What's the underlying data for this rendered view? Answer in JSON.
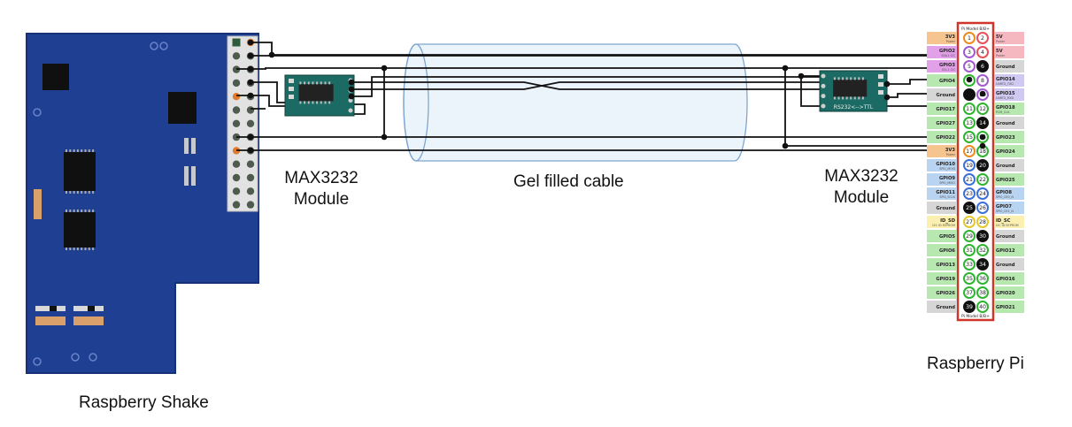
{
  "labels": {
    "shake": "Raspberry Shake",
    "max_left_line1": "MAX3232",
    "max_left_line2": "Module",
    "cable": "Gel filled cable",
    "max_right_line1": "MAX3232",
    "max_right_line2": "Module",
    "pi": "Raspberry Pi"
  },
  "chip_text": "RS232<-->TTL",
  "pinout": {
    "header": "Pi Model B/B+",
    "footer": "Pi Model B/B+",
    "rows": [
      {
        "left": "3V3",
        "left_sub": "Power",
        "lcolor": "#f6c48e",
        "right": "5V",
        "right_sub": "Power",
        "rcolor": "#f5b8c0"
      },
      {
        "left": "GPIO2",
        "left_sub": "SDA1 I2C",
        "lcolor": "#e1a0e8",
        "right": "5V",
        "right_sub": "Power",
        "rcolor": "#f5b8c0"
      },
      {
        "left": "GPIO3",
        "left_sub": "SCL1 I2C",
        "lcolor": "#e1a0e8",
        "right": "Ground",
        "right_sub": "",
        "rcolor": "#d6d6d6"
      },
      {
        "left": "GPIO4",
        "left_sub": "",
        "lcolor": "#b6e8b0",
        "right": "GPIO14",
        "right_sub": "UART0_TXD",
        "rcolor": "#cfc8f0"
      },
      {
        "left": "Ground",
        "left_sub": "",
        "lcolor": "#d6d6d6",
        "right": "GPIO15",
        "right_sub": "UART0_RXD",
        "rcolor": "#cfc8f0"
      },
      {
        "left": "GPIO17",
        "left_sub": "",
        "lcolor": "#b6e8b0",
        "right": "GPIO18",
        "right_sub": "PCM_CLK",
        "rcolor": "#b6e8b0"
      },
      {
        "left": "GPIO27",
        "left_sub": "",
        "lcolor": "#b6e8b0",
        "right": "Ground",
        "right_sub": "",
        "rcolor": "#d6d6d6"
      },
      {
        "left": "GPIO22",
        "left_sub": "",
        "lcolor": "#b6e8b0",
        "right": "GPIO23",
        "right_sub": "",
        "rcolor": "#b6e8b0"
      },
      {
        "left": "3V3",
        "left_sub": "Power",
        "lcolor": "#f6c48e",
        "right": "GPIO24",
        "right_sub": "",
        "rcolor": "#b6e8b0"
      },
      {
        "left": "GPIO10",
        "left_sub": "SPI0_MOSI",
        "lcolor": "#b8d4f0",
        "right": "Ground",
        "right_sub": "",
        "rcolor": "#d6d6d6"
      },
      {
        "left": "GPIO9",
        "left_sub": "SPI0_MISO",
        "lcolor": "#b8d4f0",
        "right": "GPIO25",
        "right_sub": "",
        "rcolor": "#b6e8b0"
      },
      {
        "left": "GPIO11",
        "left_sub": "SPI0_SCLK",
        "lcolor": "#b8d4f0",
        "right": "GPIO8",
        "right_sub": "SPI0_CE0_N",
        "rcolor": "#b8d4f0"
      },
      {
        "left": "Ground",
        "left_sub": "",
        "lcolor": "#d6d6d6",
        "right": "GPIO7",
        "right_sub": "SPI0_CE1_N",
        "rcolor": "#b8d4f0"
      },
      {
        "left": "ID_SD",
        "left_sub": "I2C ID EEPROM",
        "lcolor": "#fbf0b0",
        "right": "ID_SC",
        "right_sub": "I2C ID EEPROM",
        "rcolor": "#fbf0b0"
      },
      {
        "left": "GPIO5",
        "left_sub": "",
        "lcolor": "#b6e8b0",
        "right": "Ground",
        "right_sub": "",
        "rcolor": "#d6d6d6"
      },
      {
        "left": "GPIO6",
        "left_sub": "",
        "lcolor": "#b6e8b0",
        "right": "GPIO12",
        "right_sub": "",
        "rcolor": "#b6e8b0"
      },
      {
        "left": "GPIO13",
        "left_sub": "",
        "lcolor": "#b6e8b0",
        "right": "Ground",
        "right_sub": "",
        "rcolor": "#d6d6d6"
      },
      {
        "left": "GPIO19",
        "left_sub": "",
        "lcolor": "#b6e8b0",
        "right": "GPIO16",
        "right_sub": "",
        "rcolor": "#b6e8b0"
      },
      {
        "left": "GPIO26",
        "left_sub": "",
        "lcolor": "#b6e8b0",
        "right": "GPIO20",
        "right_sub": "",
        "rcolor": "#b6e8b0"
      },
      {
        "left": "Ground",
        "left_sub": "",
        "lcolor": "#d6d6d6",
        "right": "GPIO21",
        "right_sub": "",
        "rcolor": "#b6e8b0"
      }
    ]
  },
  "colors": {
    "board": "#1f3f93",
    "board_edge": "#173176",
    "module_pcb": "#1c6a64",
    "wire": "#111111",
    "cable_fill": "#dbe9f7",
    "cable_stroke": "#7fa6cf",
    "pin_frame": "#d0352a",
    "pin_green": "#2db52d",
    "pin_orange": "#f08a1c",
    "pin_black": "#111111",
    "pin_purple": "#a05ad0",
    "pin_blue": "#3c6fd8",
    "pin_yellow": "#e4c82b",
    "pin_red": "#e8505a"
  }
}
